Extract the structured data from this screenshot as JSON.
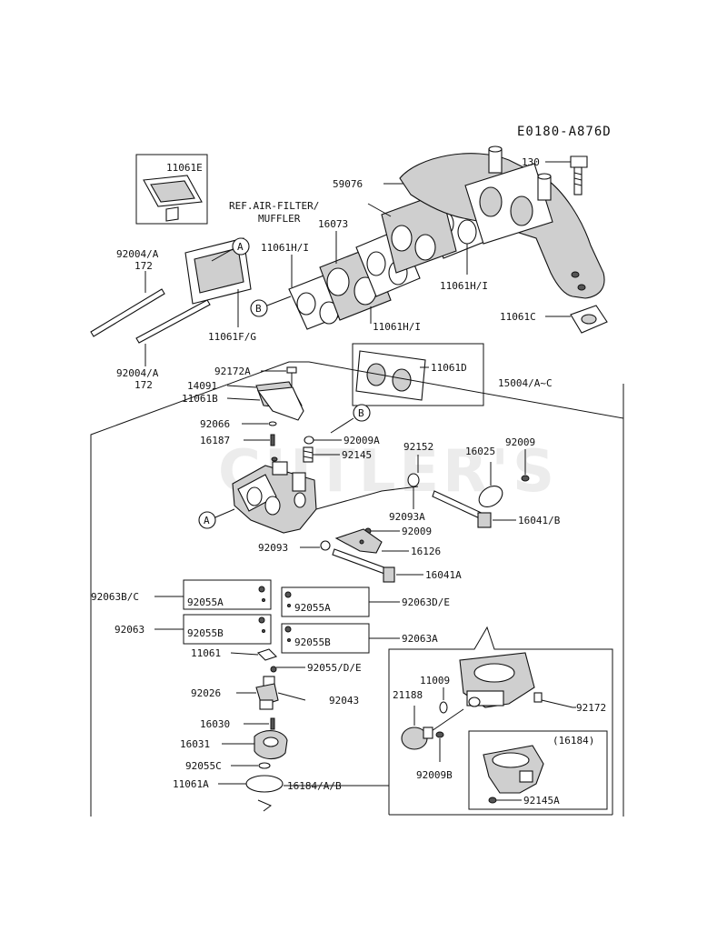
{
  "diagram_code": "E0180-A876D",
  "watermark": "CUTLER'S",
  "callouts": {
    "a_top": "A",
    "b_top": "B",
    "b_mid": "B",
    "a_mid": "A"
  },
  "labels": {
    "p11061E": "11061E",
    "p92004A_top": "92004/A",
    "p172_top": "172",
    "p11061FG": "11061F/G",
    "p92004A_bottom": "92004/A",
    "p172_bottom": "172",
    "ref_air_filter": "REF.AIR-FILTER/",
    "muffler": "MUFFLER",
    "p16073": "16073",
    "p11061HI_left": "11061H/I",
    "p59076": "59076",
    "p130": "130",
    "p11061HI_right": "11061H/I",
    "p11061C": "11061C",
    "p11061HI_bottom": "11061H/I",
    "p11061D": "11061D",
    "p92172A": "92172A",
    "p14091": "14091",
    "p11061B": "11061B",
    "p15004": "15004/A~C",
    "p92066": "92066",
    "p16187": "16187",
    "p92009A": "92009A",
    "p92145": "92145",
    "p92152": "92152",
    "p16025": "16025",
    "p92009_right": "92009",
    "p16041B": "16041/B",
    "p92093A": "92093A",
    "p92009_mid": "92009",
    "p92093": "92093",
    "p16126": "16126",
    "p16041A": "16041A",
    "p92063BC": "92063B/C",
    "p92055A_left": "92055A",
    "p92055A_right": "92055A",
    "p92063DE": "92063D/E",
    "p92063": "92063",
    "p92055B_left": "92055B",
    "p92055B_right": "92055B",
    "p92063A": "92063A",
    "p11061": "11061",
    "p92055DE": "92055/D/E",
    "p11009": "11009",
    "p21188": "21188",
    "p92026": "92026",
    "p92043": "92043",
    "p92172": "92172",
    "p16030": "16030",
    "p16184_paren": "(16184)",
    "p16031": "16031",
    "p92009B": "92009B",
    "p92055C": "92055C",
    "p11061A": "11061A",
    "p16184AB": "16184/A/B",
    "p92145A": "92145A"
  }
}
